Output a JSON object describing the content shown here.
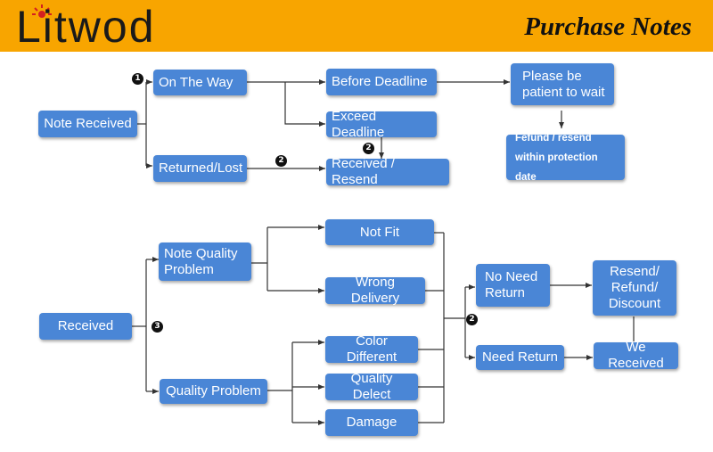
{
  "header": {
    "brand": "Litwod",
    "title": "Purchase Notes",
    "colors": {
      "banner": "#f8a500",
      "box": "#4a86d6",
      "line": "#333333"
    }
  },
  "flow1": {
    "note_received": "Note Received",
    "on_the_way": "On The Way",
    "returned_lost": "Returned/Lost",
    "before_deadline": "Before Deadline",
    "exceed_deadline": "Exceed Deadline",
    "received_resend": "Received / Resend",
    "please_wait_line1": "Please be",
    "please_wait_line2": "patient to wait",
    "refund_line1": "Fefund / resend",
    "refund_line2": "within protection date",
    "badge_one": "1",
    "badge_two_a": "2",
    "badge_two_b": "2"
  },
  "flow2": {
    "received": "Received",
    "note_quality_line1": "Note Quality",
    "note_quality_line2": "Problem",
    "quality_problem": "Quality Problem",
    "not_fit": "Not Fit",
    "wrong_delivery": "Wrong Delivery",
    "color_different": "Color Different",
    "quality_delect": "Quality Delect",
    "damage": "Damage",
    "no_need_line1": "No Need",
    "no_need_line2": "Return",
    "need_return": "Need Return",
    "resend_line1": "Resend/",
    "resend_line2": "Refund/",
    "resend_line3": "Discount",
    "we_received": "We Received",
    "badge_three": "3",
    "badge_two": "2"
  }
}
